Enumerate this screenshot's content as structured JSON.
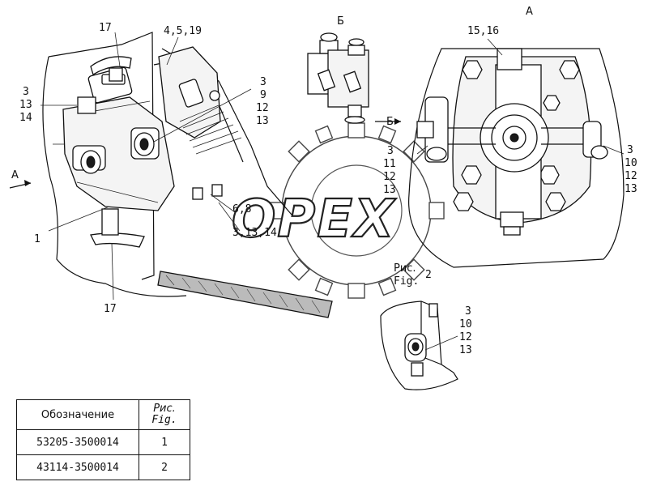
{
  "watermark": "OPEX",
  "views": {
    "view_a_title": "А",
    "view_b_title": "Б",
    "arrow_a": "А",
    "arrow_b": "Б",
    "fig2_caption": "Рис. 2",
    "fig2_caption_line1": "Рис.",
    "fig2_caption_line2": "Fig.",
    "fig2_number": "2"
  },
  "callouts": {
    "c17_top": "17",
    "c4_5_19": "4,5,19",
    "c3_l1": "3",
    "c13_l1": "13",
    "c14_l1": "14",
    "c3_m": "3",
    "c9_m": "9",
    "c12_m": "12",
    "c13_m": "13",
    "c6_8": "6,8",
    "c3_13_14": "3,13,14",
    "c1": "1",
    "c17_bottom": "17",
    "c15_16": "15,16",
    "c3_ar1": "3",
    "c11_ar1": "11",
    "c12_ar1": "12",
    "c13_ar1": "13",
    "c3_ar2": "3",
    "c10_ar2": "10",
    "c12_ar2": "12",
    "c13_ar2": "13",
    "c3_d": "3",
    "c10_d": "10",
    "c12_d": "12",
    "c13_d": "13"
  },
  "legend": {
    "header_designation": "Обозначение",
    "header_fig_line1": "Рис.",
    "header_fig_line2": "Fig.",
    "rows": [
      {
        "designation": "53205-3500014",
        "fig": "1"
      },
      {
        "designation": "43114-3500014",
        "fig": "2"
      }
    ]
  }
}
